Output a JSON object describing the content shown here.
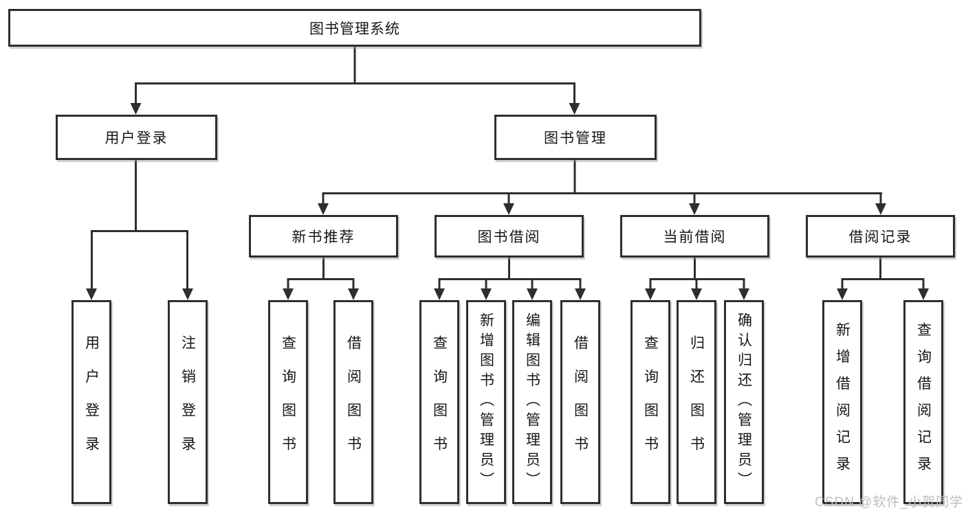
{
  "diagram": {
    "root": {
      "label": "图书管理系统"
    },
    "level2": [
      {
        "label": "用户登录"
      },
      {
        "label": "图书管理"
      }
    ],
    "level3": [
      {
        "label": "新书推荐"
      },
      {
        "label": "图书借阅"
      },
      {
        "label": "当前借阅"
      },
      {
        "label": "借阅记录"
      }
    ],
    "leaves": {
      "user_login": [
        {
          "label": "用户登录"
        },
        {
          "label": "注销登录"
        }
      ],
      "new_book": [
        {
          "label": "查询图书"
        },
        {
          "label": "借阅图书"
        }
      ],
      "book_borrow": [
        {
          "label": "查询图书"
        },
        {
          "label": "新增图书（管理员）"
        },
        {
          "label": "编辑图书（管理员）"
        },
        {
          "label": "借阅图书"
        }
      ],
      "current_borrow": [
        {
          "label": "查询图书"
        },
        {
          "label": "归还图书"
        },
        {
          "label": "确认归还（管理员）"
        }
      ],
      "borrow_record": [
        {
          "label": "新增借阅记录"
        },
        {
          "label": "查询借阅记录"
        }
      ]
    },
    "watermark": "CSDN @软件_小贺同学",
    "colors": {
      "line": "#2e2e2e",
      "box_background": "#ffffff",
      "text": "#161616",
      "watermark": "#bdbdbd"
    }
  }
}
